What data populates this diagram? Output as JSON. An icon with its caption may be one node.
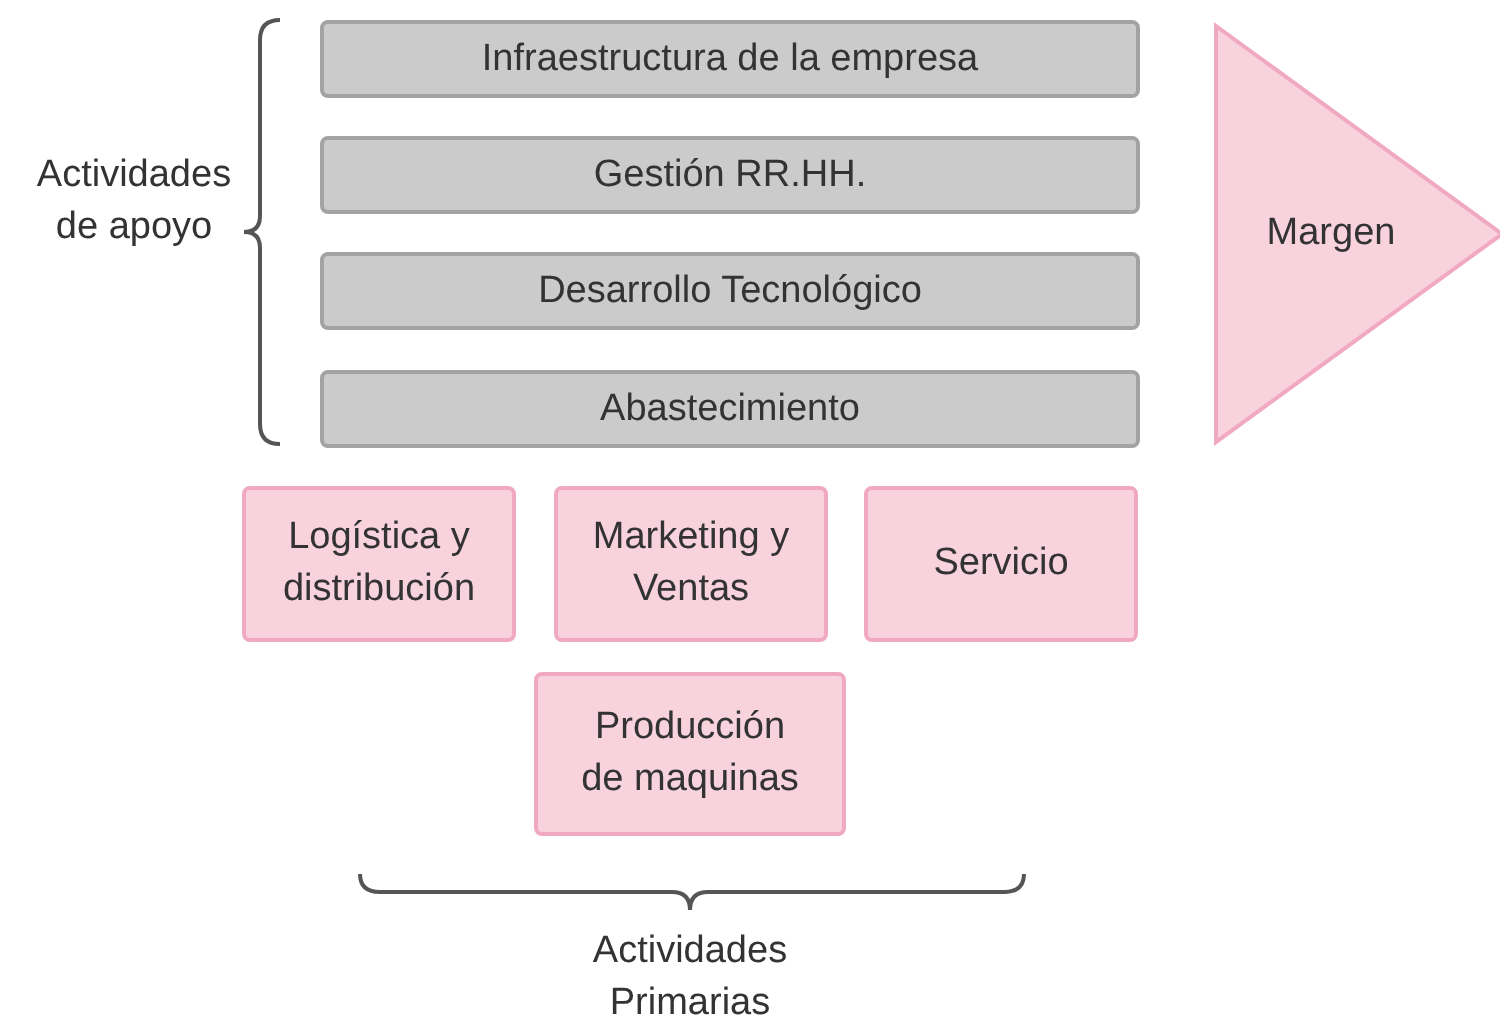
{
  "diagram": {
    "nodes": [
      {
        "text": [
          "Infraestructura de la empresa"
        ]
      },
      {
        "text": [
          "Gestión RR.HH."
        ]
      },
      {
        "text": [
          "Desarrollo Tecnológico"
        ]
      },
      {
        "text": [
          "Abastecimiento"
        ]
      },
      {
        "text": [
          "Margen"
        ]
      },
      {
        "text": [
          "Logística y distribución"
        ]
      },
      {
        "text": [
          "Marketing y Ventas"
        ]
      },
      {
        "text": [
          "Servicio"
        ]
      },
      {
        "text": [
          "Producción de maquinas"
        ]
      }
    ],
    "labels": [
      "Actividades de apoyo",
      "Actividades Primarias"
    ]
  }
}
